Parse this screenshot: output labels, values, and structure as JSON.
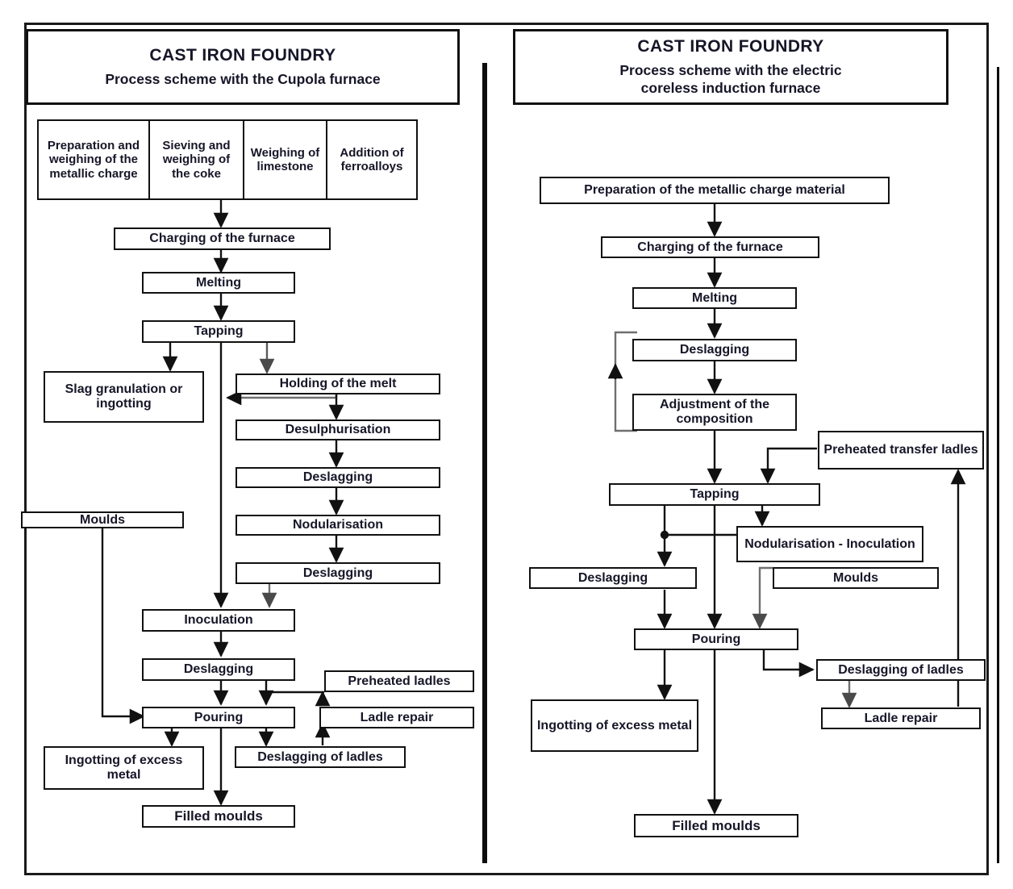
{
  "diagram": {
    "type": "process-flow",
    "panels": [
      {
        "id": "cupola",
        "title_line1": "CAST IRON FOUNDRY",
        "title_line2": "Process scheme with the Cupola furnace",
        "charge_row": [
          "Preparation and weighing of the metallic charge",
          "Sieving and weighing of the coke",
          "Weighing of limestone",
          "Addition of ferroalloys"
        ],
        "nodes": [
          "Charging of the furnace",
          "Melting",
          "Tapping",
          "Slag granulation or ingotting",
          "Holding of the melt",
          "Desulphurisation",
          "Deslagging",
          "Nodularisation",
          "Deslagging",
          "Moulds",
          "Inoculation",
          "Deslagging",
          "Preheated ladles",
          "Pouring",
          "Ladle repair",
          "Ingotting of excess metal",
          "Deslagging of ladles",
          "Filled moulds"
        ]
      },
      {
        "id": "induction",
        "title_line1": "CAST IRON FOUNDRY",
        "title_line2": "Process scheme with the electric coreless induction furnace",
        "nodes": [
          "Preparation of the  metallic charge material",
          "Charging of the furnace",
          "Melting",
          "Deslagging",
          "Adjustment of the composition",
          "Preheated transfer ladles",
          "Tapping",
          "Nodularisation - Inoculation",
          "Deslagging",
          "Moulds",
          "Pouring",
          "Deslagging of ladles",
          "Ingotting of excess metal",
          "Ladle repair",
          "Filled moulds"
        ]
      }
    ]
  },
  "left": {
    "title1": "CAST IRON FOUNDRY",
    "title2": "Process scheme with the Cupola furnace",
    "charge": {
      "c1": "Preparation and weighing of the metallic charge",
      "c2": "Sieving and weighing of the coke",
      "c3": "Weighing of limestone",
      "c4": "Addition of ferroalloys"
    },
    "charging": "Charging of the furnace",
    "melting": "Melting",
    "tapping": "Tapping",
    "slag": "Slag granulation or ingotting",
    "holding": "Holding of the melt",
    "desulph": "Desulphurisation",
    "deslag1": "Deslagging",
    "nodular": "Nodularisation",
    "deslag2": "Deslagging",
    "moulds": "Moulds",
    "inoculation": "Inoculation",
    "deslag3": "Deslagging",
    "preheated": "Preheated ladles",
    "pouring": "Pouring",
    "ladlerepair": "Ladle repair",
    "ingotting": "Ingotting of excess metal",
    "deslagladles": "Deslagging of ladles",
    "filled": "Filled moulds"
  },
  "right": {
    "title1": "CAST IRON FOUNDRY",
    "title2a": "Process scheme with the electric",
    "title2b": "coreless induction furnace",
    "prep": "Preparation of the  metallic charge material",
    "charging": "Charging of the furnace",
    "melting": "Melting",
    "deslag1": "Deslagging",
    "adjust": "Adjustment of the composition",
    "preheated": "Preheated transfer ladles",
    "tapping": "Tapping",
    "nodular": "Nodularisation - Inoculation",
    "deslag2": "Deslagging",
    "moulds": "Moulds",
    "pouring": "Pouring",
    "deslagladles": "Deslagging of ladles",
    "ingotting": "Ingotting of excess metal",
    "ladlerepair": "Ladle repair",
    "filled": "Filled moulds"
  },
  "colors": {
    "ink": "#161628",
    "border": "#111111",
    "background": "#ffffff",
    "wire": "#111111",
    "wire_grey": "#6f6f6f"
  }
}
